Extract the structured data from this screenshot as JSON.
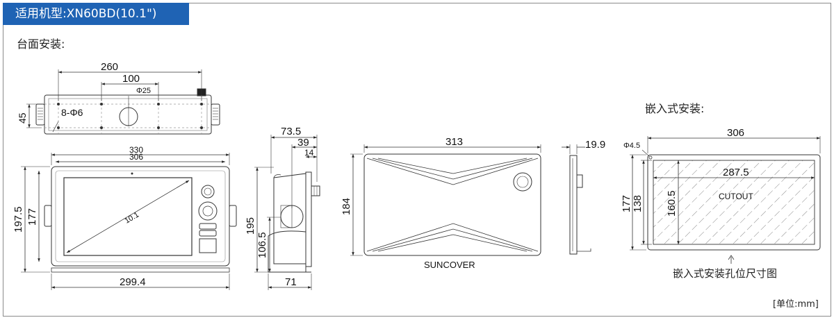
{
  "header": {
    "title": "适用机型:XN60BD(10.1\")"
  },
  "sections": {
    "desk_mount": "台面安装:",
    "flush_mount": "嵌入式安装:"
  },
  "top_view": {
    "dim_width": "260",
    "dim_hole_spacing": "100",
    "dim_center_hole": "Φ25",
    "dim_height": "45",
    "dim_holes": "8-Φ6"
  },
  "front_view": {
    "dim_outer": "330",
    "dim_inner": "306",
    "dim_height_outer": "197.5",
    "dim_height_inner": "177",
    "dim_bottom": "299.4",
    "screen_label": "10.1"
  },
  "side_view": {
    "dim_depth": "73.5",
    "dim_39": "39",
    "dim_14": "14",
    "dim_height": "195",
    "dim_base_height": "106.5",
    "dim_base": "71"
  },
  "suncover": {
    "dim_width": "313",
    "dim_height": "184",
    "label": "SUNCOVER"
  },
  "suncover_side": {
    "dim_depth": "19.9"
  },
  "cutout": {
    "dim_hole": "Φ4.5",
    "dim_outer_width": "306",
    "dim_inner_width": "287.5",
    "dim_outer_height": "177",
    "dim_inner_height": "138",
    "dim_cut_height": "160.5",
    "label": "CUTOUT",
    "caption": "嵌入式安装孔位尺寸图"
  },
  "unit": "[单位:mm]"
}
